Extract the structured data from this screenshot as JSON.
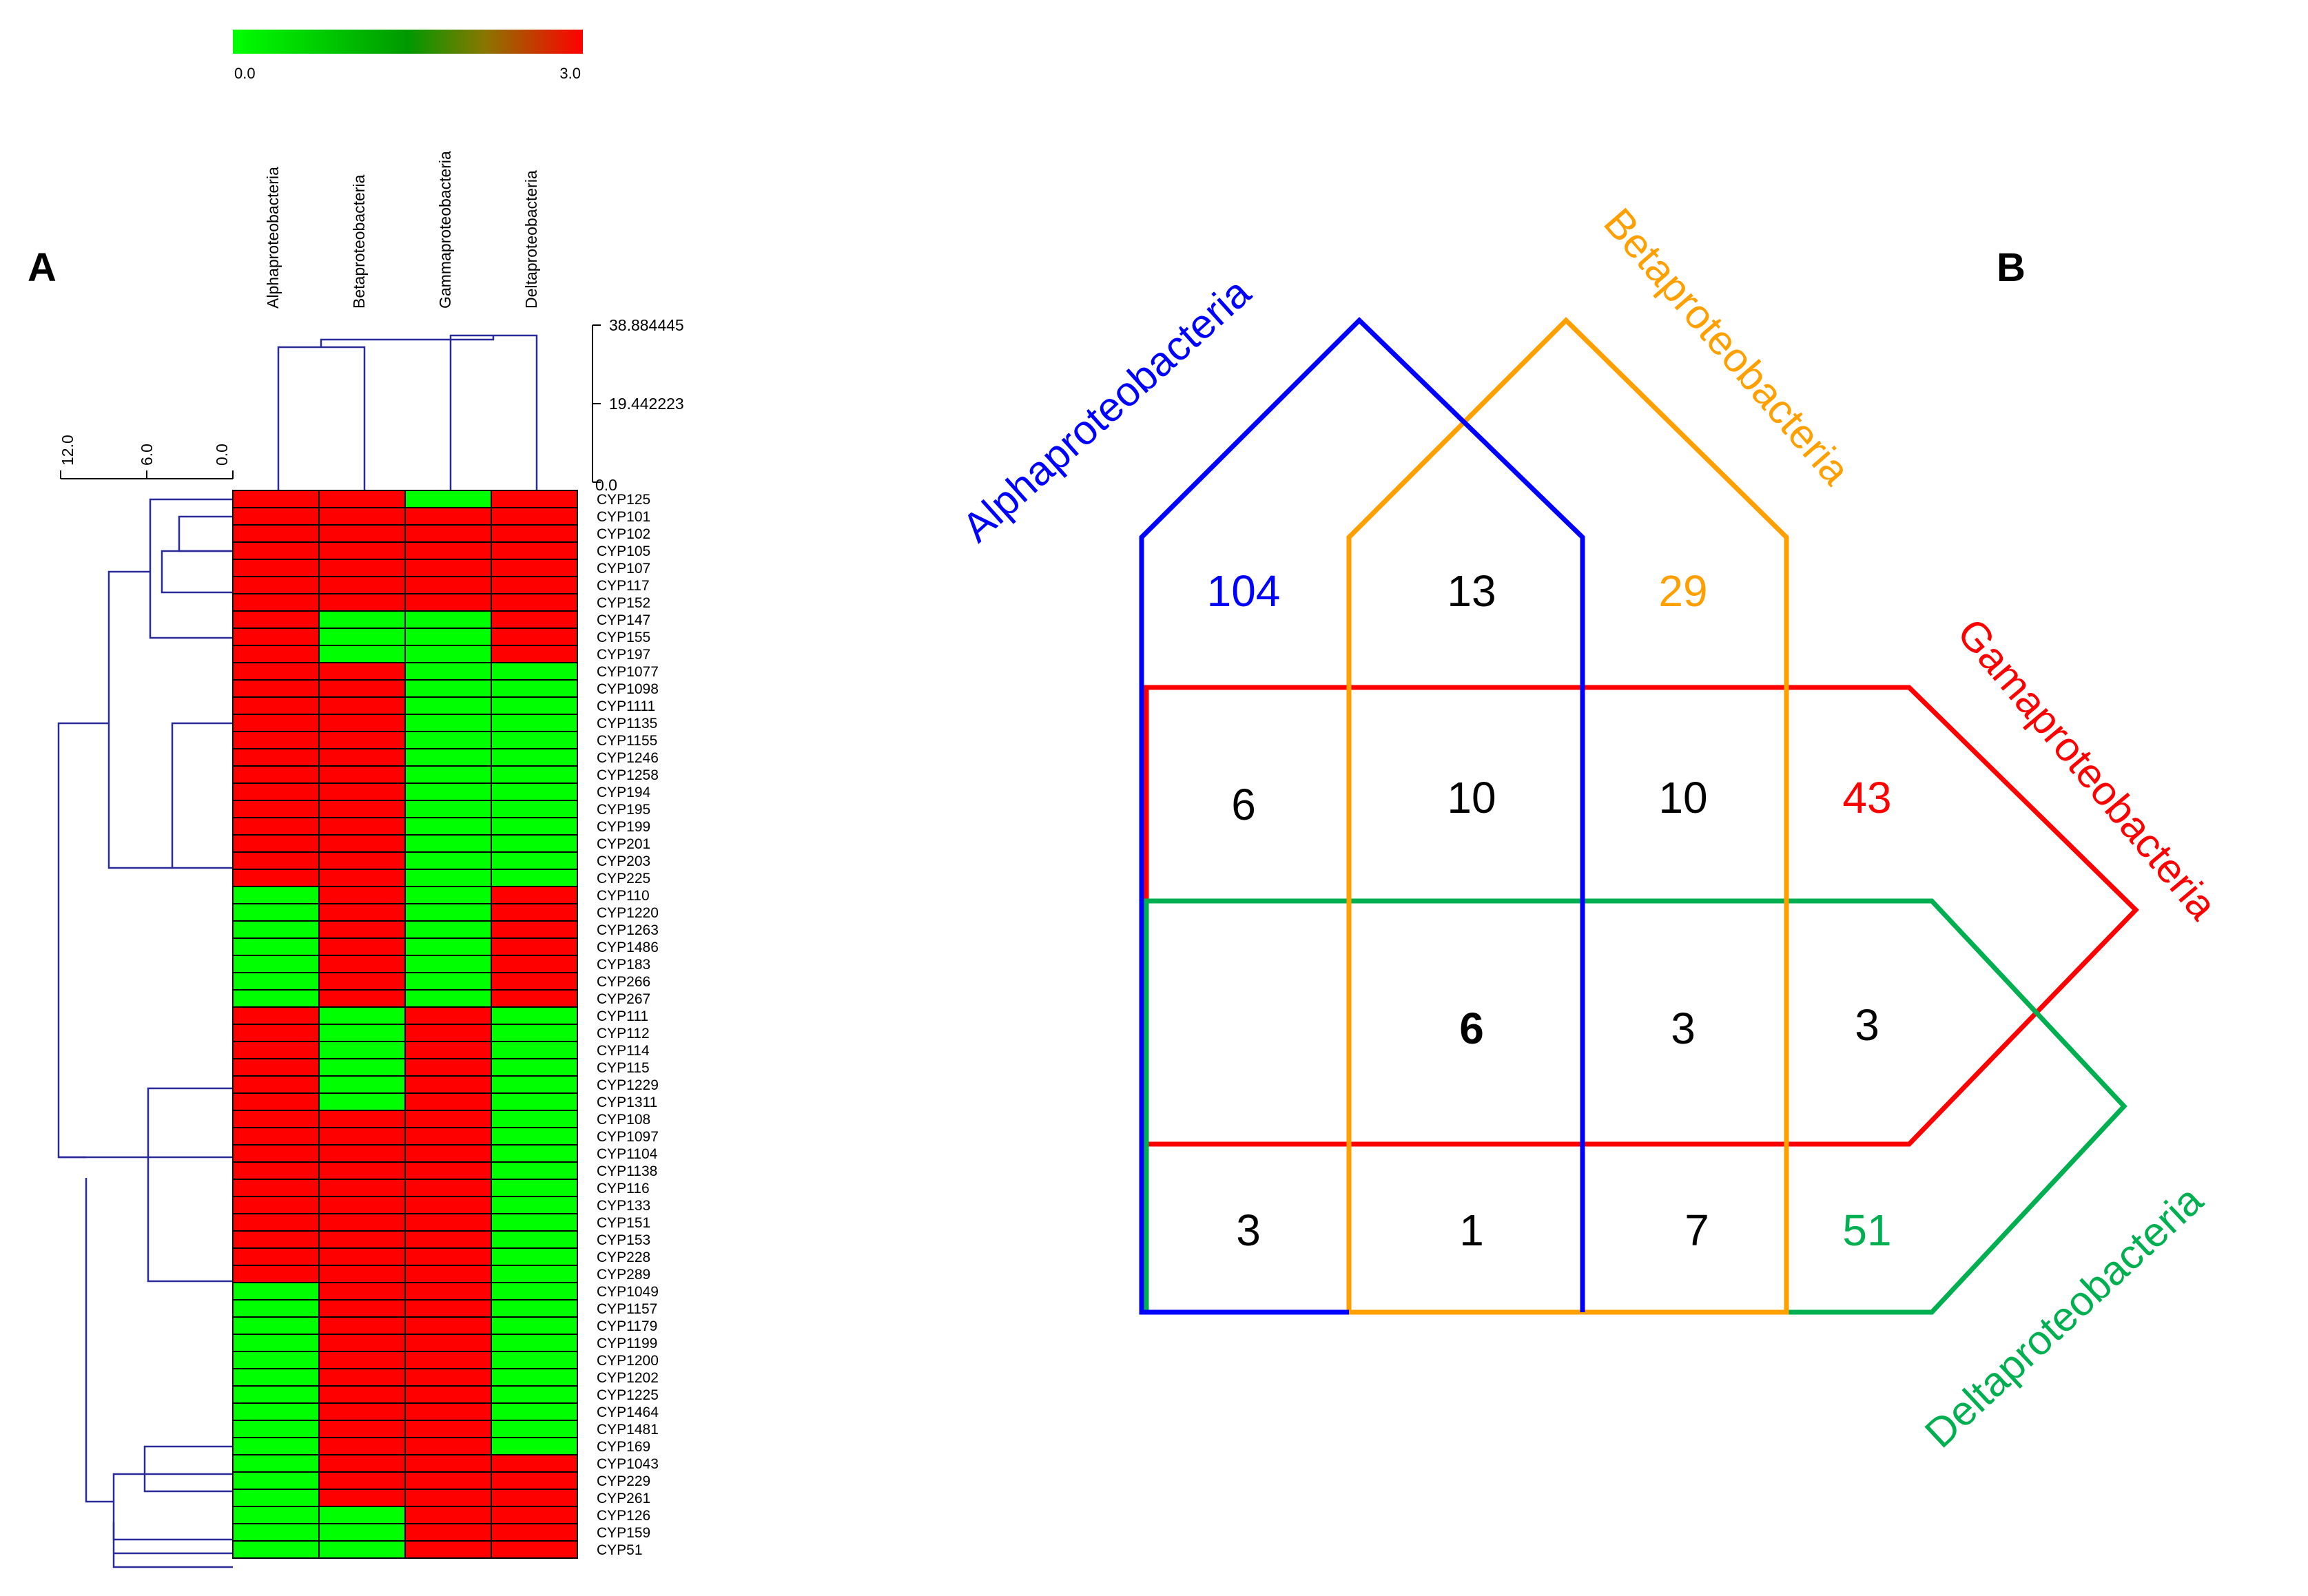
{
  "panels": {
    "a": "A",
    "b": "B"
  },
  "chart_data": [
    {
      "type": "heatmap",
      "title": "",
      "colorbar": {
        "min": 0.0,
        "max": 3.0,
        "min_label": "0.0",
        "max_label": "3.0",
        "low_color": "#00ff00",
        "high_color": "#ff0000"
      },
      "columns": [
        "Alphaproteobacteria",
        "Betaproteobacteria",
        "Gammaproteobacteria",
        "Deltaproteobacteria"
      ],
      "column_dendrogram_scale": [
        "38.884445",
        "19.442223",
        "0.0"
      ],
      "row_dendrogram_scale": [
        "12.0",
        "6.0",
        "0.0"
      ],
      "rows": [
        "CYP125",
        "CYP101",
        "CYP102",
        "CYP105",
        "CYP107",
        "CYP117",
        "CYP152",
        "CYP147",
        "CYP155",
        "CYP197",
        "CYP1077",
        "CYP1098",
        "CYP1111",
        "CYP1135",
        "CYP1155",
        "CYP1246",
        "CYP1258",
        "CYP194",
        "CYP195",
        "CYP199",
        "CYP201",
        "CYP203",
        "CYP225",
        "CYP110",
        "CYP1220",
        "CYP1263",
        "CYP1486",
        "CYP183",
        "CYP266",
        "CYP267",
        "CYP111",
        "CYP112",
        "CYP114",
        "CYP115",
        "CYP1229",
        "CYP1311",
        "CYP108",
        "CYP1097",
        "CYP1104",
        "CYP1138",
        "CYP116",
        "CYP133",
        "CYP151",
        "CYP153",
        "CYP228",
        "CYP289",
        "CYP1049",
        "CYP1157",
        "CYP1179",
        "CYP1199",
        "CYP1200",
        "CYP1202",
        "CYP1225",
        "CYP1464",
        "CYP1481",
        "CYP169",
        "CYP1043",
        "CYP229",
        "CYP261",
        "CYP126",
        "CYP159",
        "CYP51"
      ],
      "values": [
        [
          3,
          3,
          0,
          3
        ],
        [
          3,
          3,
          3,
          3
        ],
        [
          3,
          3,
          3,
          3
        ],
        [
          3,
          3,
          3,
          3
        ],
        [
          3,
          3,
          3,
          3
        ],
        [
          3,
          3,
          3,
          3
        ],
        [
          3,
          3,
          3,
          3
        ],
        [
          3,
          0,
          0,
          3
        ],
        [
          3,
          0,
          0,
          3
        ],
        [
          3,
          0,
          0,
          3
        ],
        [
          3,
          3,
          0,
          0
        ],
        [
          3,
          3,
          0,
          0
        ],
        [
          3,
          3,
          0,
          0
        ],
        [
          3,
          3,
          0,
          0
        ],
        [
          3,
          3,
          0,
          0
        ],
        [
          3,
          3,
          0,
          0
        ],
        [
          3,
          3,
          0,
          0
        ],
        [
          3,
          3,
          0,
          0
        ],
        [
          3,
          3,
          0,
          0
        ],
        [
          3,
          3,
          0,
          0
        ],
        [
          3,
          3,
          0,
          0
        ],
        [
          3,
          3,
          0,
          0
        ],
        [
          3,
          3,
          0,
          0
        ],
        [
          0,
          3,
          0,
          3
        ],
        [
          0,
          3,
          0,
          3
        ],
        [
          0,
          3,
          0,
          3
        ],
        [
          0,
          3,
          0,
          3
        ],
        [
          0,
          3,
          0,
          3
        ],
        [
          0,
          3,
          0,
          3
        ],
        [
          0,
          3,
          0,
          3
        ],
        [
          3,
          0,
          3,
          0
        ],
        [
          3,
          0,
          3,
          0
        ],
        [
          3,
          0,
          3,
          0
        ],
        [
          3,
          0,
          3,
          0
        ],
        [
          3,
          0,
          3,
          0
        ],
        [
          3,
          0,
          3,
          0
        ],
        [
          3,
          3,
          3,
          0
        ],
        [
          3,
          3,
          3,
          0
        ],
        [
          3,
          3,
          3,
          0
        ],
        [
          3,
          3,
          3,
          0
        ],
        [
          3,
          3,
          3,
          0
        ],
        [
          3,
          3,
          3,
          0
        ],
        [
          3,
          3,
          3,
          0
        ],
        [
          3,
          3,
          3,
          0
        ],
        [
          3,
          3,
          3,
          0
        ],
        [
          3,
          3,
          3,
          0
        ],
        [
          0,
          3,
          3,
          0
        ],
        [
          0,
          3,
          3,
          0
        ],
        [
          0,
          3,
          3,
          0
        ],
        [
          0,
          3,
          3,
          0
        ],
        [
          0,
          3,
          3,
          0
        ],
        [
          0,
          3,
          3,
          0
        ],
        [
          0,
          3,
          3,
          0
        ],
        [
          0,
          3,
          3,
          0
        ],
        [
          0,
          3,
          3,
          0
        ],
        [
          0,
          3,
          3,
          0
        ],
        [
          0,
          3,
          3,
          3
        ],
        [
          0,
          3,
          3,
          3
        ],
        [
          0,
          3,
          3,
          3
        ],
        [
          0,
          0,
          3,
          3
        ],
        [
          0,
          0,
          3,
          3
        ],
        [
          0,
          0,
          3,
          3
        ]
      ]
    },
    {
      "type": "venn",
      "sets": [
        {
          "name": "Alphaproteobacteria",
          "color": "#0000ff"
        },
        {
          "name": "Betaproteobacteria",
          "color": "#ffa000"
        },
        {
          "name": "Gamaproteobacteria",
          "color": "#ff0000"
        },
        {
          "name": "Deltaproteobacteria",
          "color": "#00b050"
        }
      ],
      "regions": [
        {
          "sets": [
            "Alphaproteobacteria"
          ],
          "count": "104",
          "color": "#0000ff"
        },
        {
          "sets": [
            "Alphaproteobacteria",
            "Betaproteobacteria"
          ],
          "count": "13",
          "color": "#000000"
        },
        {
          "sets": [
            "Betaproteobacteria"
          ],
          "count": "29",
          "color": "#ffa000"
        },
        {
          "sets": [
            "Alphaproteobacteria",
            "Gamaproteobacteria"
          ],
          "count": "6",
          "color": "#000000"
        },
        {
          "sets": [
            "Alphaproteobacteria",
            "Betaproteobacteria",
            "Gamaproteobacteria"
          ],
          "count": "10",
          "color": "#000000"
        },
        {
          "sets": [
            "Betaproteobacteria",
            "Gamaproteobacteria"
          ],
          "count": "10",
          "color": "#000000"
        },
        {
          "sets": [
            "Gamaproteobacteria"
          ],
          "count": "43",
          "color": "#ff0000"
        },
        {
          "sets": [
            "Alphaproteobacteria",
            "Betaproteobacteria",
            "Gamaproteobacteria",
            "Deltaproteobacteria"
          ],
          "count": "6",
          "color": "#000000",
          "bold": true
        },
        {
          "sets": [
            "Betaproteobacteria",
            "Gamaproteobacteria",
            "Deltaproteobacteria"
          ],
          "count": "3",
          "color": "#000000"
        },
        {
          "sets": [
            "Gamaproteobacteria",
            "Deltaproteobacteria"
          ],
          "count": "3",
          "color": "#000000"
        },
        {
          "sets": [
            "Alphaproteobacteria",
            "Deltaproteobacteria"
          ],
          "count": "3",
          "color": "#000000"
        },
        {
          "sets": [
            "Alphaproteobacteria",
            "Betaproteobacteria",
            "Deltaproteobacteria"
          ],
          "count": "1",
          "color": "#000000"
        },
        {
          "sets": [
            "Betaproteobacteria",
            "Deltaproteobacteria"
          ],
          "count": "7",
          "color": "#000000"
        },
        {
          "sets": [
            "Deltaproteobacteria"
          ],
          "count": "51",
          "color": "#00b050"
        }
      ]
    }
  ]
}
